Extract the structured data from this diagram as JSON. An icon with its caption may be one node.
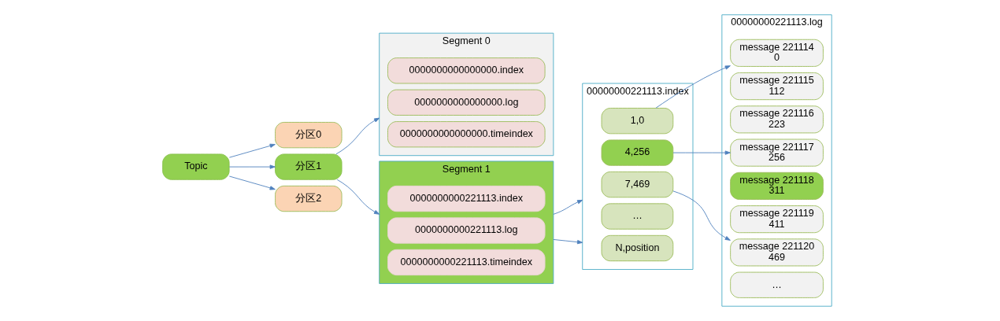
{
  "diagram": {
    "nodes": [
      {
        "text": [
          "Topic"
        ]
      },
      {
        "text": [
          "分区0"
        ]
      },
      {
        "text": [
          "分区1"
        ]
      },
      {
        "text": [
          "分区2"
        ]
      },
      {
        "text": [
          "Segment 0"
        ]
      },
      {
        "text": [
          "0000000000000000.index"
        ],
        "in": 4
      },
      {
        "text": [
          "0000000000000000.log"
        ],
        "in": 4
      },
      {
        "text": [
          "0000000000000000.timeindex"
        ],
        "in": 4
      },
      {
        "text": [
          "Segment 1"
        ]
      },
      {
        "text": [
          "0000000000221113.index"
        ],
        "in": 8
      },
      {
        "text": [
          "0000000000221113.log"
        ],
        "in": 8
      },
      {
        "text": [
          "0000000000221113.timeindex"
        ],
        "in": 8
      },
      {
        "text": [
          "00000000221113.index"
        ]
      },
      {
        "text": [
          "1,0"
        ],
        "in": 12
      },
      {
        "text": [
          "4,256"
        ],
        "in": 12
      },
      {
        "text": [
          "7,469"
        ],
        "in": 12
      },
      {
        "text": [
          "…"
        ],
        "in": 12
      },
      {
        "text": [
          "N,position"
        ],
        "in": 12
      },
      {
        "text": [
          "00000000221113.log"
        ]
      },
      {
        "text": [
          "message 221114",
          "0"
        ],
        "in": 18
      },
      {
        "text": [
          "message 221115",
          "112"
        ],
        "in": 18
      },
      {
        "text": [
          "message 221116",
          "223"
        ],
        "in": 18
      },
      {
        "text": [
          "message 221117",
          "256"
        ],
        "in": 18
      },
      {
        "text": [
          "message 221118",
          "311"
        ],
        "in": 18
      },
      {
        "text": [
          "message 221119",
          "411"
        ],
        "in": 18
      },
      {
        "text": [
          "message 221120",
          "469"
        ],
        "in": 18
      },
      {
        "text": [
          "…"
        ],
        "in": 18
      }
    ],
    "edges": [
      {
        "from": 0,
        "to": 1,
        "arrow": "to"
      },
      {
        "from": 0,
        "to": 2,
        "arrow": "to"
      },
      {
        "from": 0,
        "to": 3,
        "arrow": "to"
      },
      {
        "from": 2,
        "to": 4,
        "arrow": "to"
      },
      {
        "from": 2,
        "to": 8,
        "arrow": "to"
      },
      {
        "from": 8,
        "to": 12,
        "arrow": "to"
      },
      {
        "from": 8,
        "to": 12,
        "arrow": "to"
      },
      {
        "from": 13,
        "to": 19,
        "arrow": "to"
      },
      {
        "from": 14,
        "to": 22,
        "arrow": "to"
      },
      {
        "from": 15,
        "to": 25,
        "arrow": "to"
      }
    ]
  }
}
